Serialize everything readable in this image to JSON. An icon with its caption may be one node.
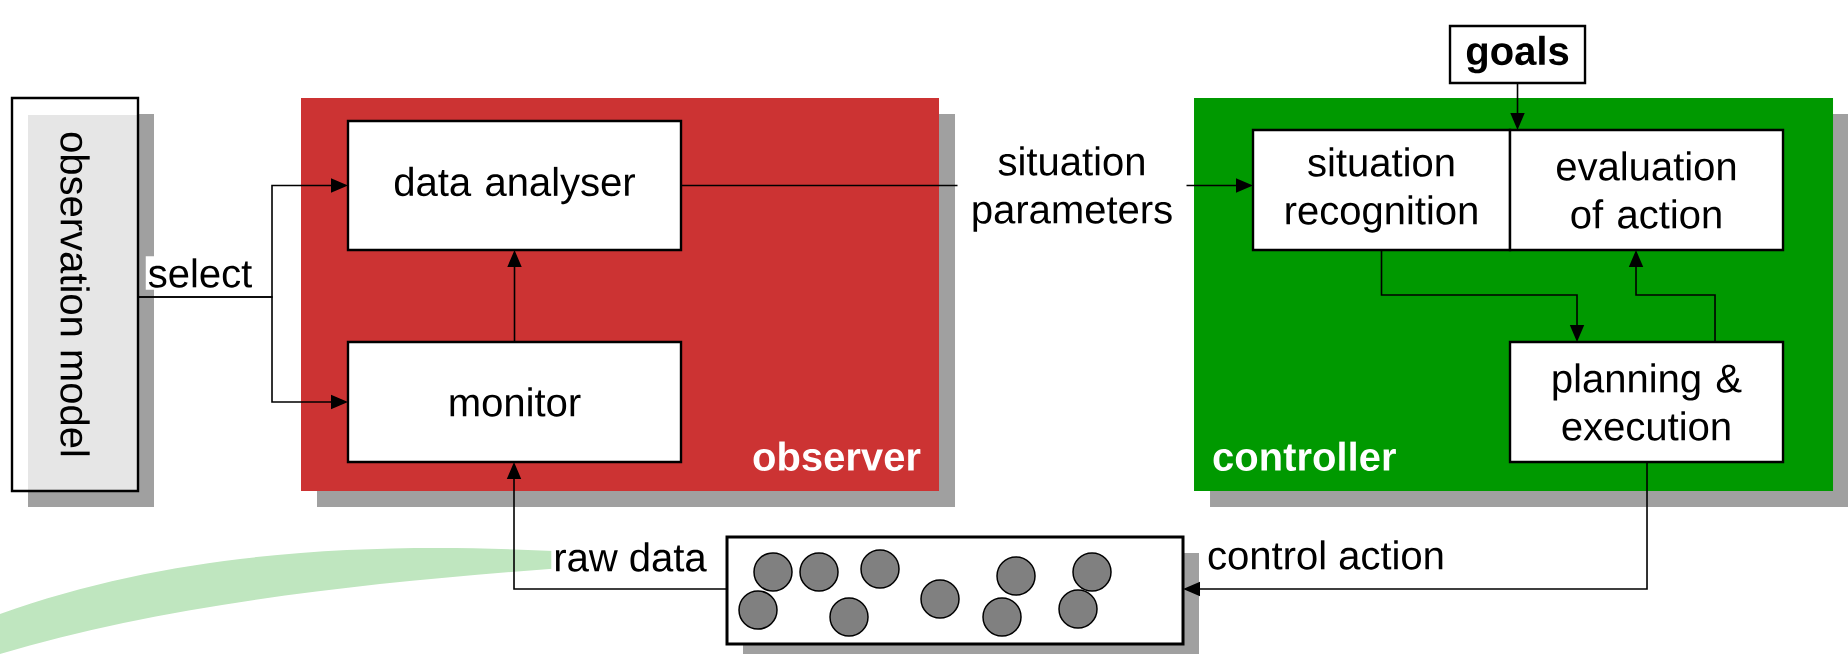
{
  "diagram": {
    "nodes": [
      {
        "text": [
          "observation model"
        ]
      },
      {
        "text": [
          "observer"
        ]
      },
      {
        "text": [
          "data analyser"
        ],
        "in": 1
      },
      {
        "text": [
          "monitor"
        ],
        "in": 1
      },
      {
        "text": [
          "goals"
        ]
      },
      {
        "text": [
          "controller"
        ]
      },
      {
        "text": [
          "situation recognition"
        ],
        "in": 5
      },
      {
        "text": [
          "evaluation of action"
        ],
        "in": 5
      },
      {
        "text": [
          "planning & execution"
        ],
        "in": 5
      },
      {
        "text": [],
        "shape": "box"
      }
    ],
    "edges": [
      {
        "from": 0,
        "to": 2,
        "arrow": "to",
        "label": "select"
      },
      {
        "from": 0,
        "to": 3,
        "arrow": "to"
      },
      {
        "from": 3,
        "to": 2,
        "arrow": "to"
      },
      {
        "from": 2,
        "to": 6,
        "arrow": "to",
        "label": "situation parameters"
      },
      {
        "from": 4,
        "to": 7,
        "arrow": "to"
      },
      {
        "from": 6,
        "to": 8,
        "arrow": "to"
      },
      {
        "from": 8,
        "to": 7,
        "arrow": "to"
      },
      {
        "from": 8,
        "to": 9,
        "arrow": "to",
        "label": "control action"
      },
      {
        "from": 9,
        "to": 3,
        "arrow": "to",
        "label": "raw data"
      }
    ]
  }
}
